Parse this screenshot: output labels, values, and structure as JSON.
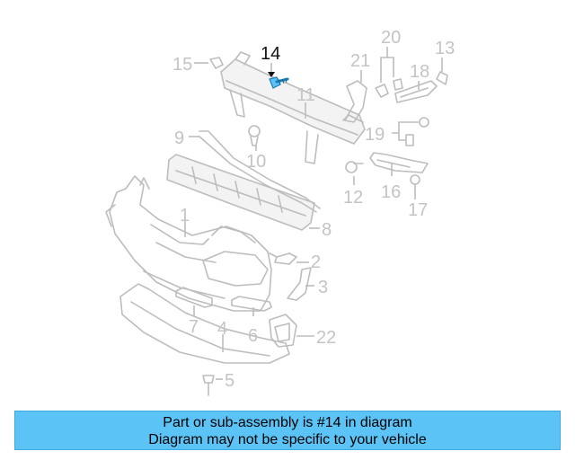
{
  "diagram": {
    "highlight_part": "14",
    "callouts": [
      "1",
      "2",
      "3",
      "4",
      "5",
      "6",
      "7",
      "8",
      "9",
      "10",
      "11",
      "12",
      "13",
      "14",
      "15",
      "16",
      "17",
      "18",
      "19",
      "20",
      "21",
      "22"
    ],
    "colors": {
      "line": "#bdbdbd",
      "label": "#c4c4c4",
      "highlight_label": "#111111",
      "highlight_part": "#5bc3f5"
    }
  },
  "caption": {
    "line1": "Part or sub-assembly is #14 in diagram",
    "line2": "Diagram may not be specific to your vehicle",
    "background": "#5bc3f5"
  }
}
